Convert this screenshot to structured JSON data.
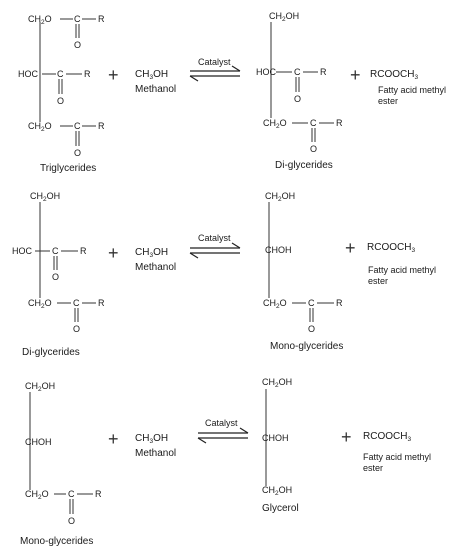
{
  "common": {
    "catalyst": "Catalyst",
    "methanol_formula": "CH3OH",
    "methanol_name": "Methanol",
    "ester_formula": "RCOOCH3",
    "ester_name_line1": "Fatty acid methyl",
    "ester_name_line2": "ester",
    "plus": "+"
  },
  "fragments": {
    "ch2o": "CH2O",
    "ch2oh": "CH2OH",
    "hoc": "HOC",
    "choh": "CHOH",
    "c": "C",
    "o": "O",
    "r": "R"
  },
  "reactions": [
    {
      "reactant": "Triglycerides",
      "product": "Di-glycerides"
    },
    {
      "reactant": "Di-glycerides",
      "product": "Mono-glycerides"
    },
    {
      "reactant": "Mono-glycerides",
      "product": "Glycerol"
    }
  ]
}
